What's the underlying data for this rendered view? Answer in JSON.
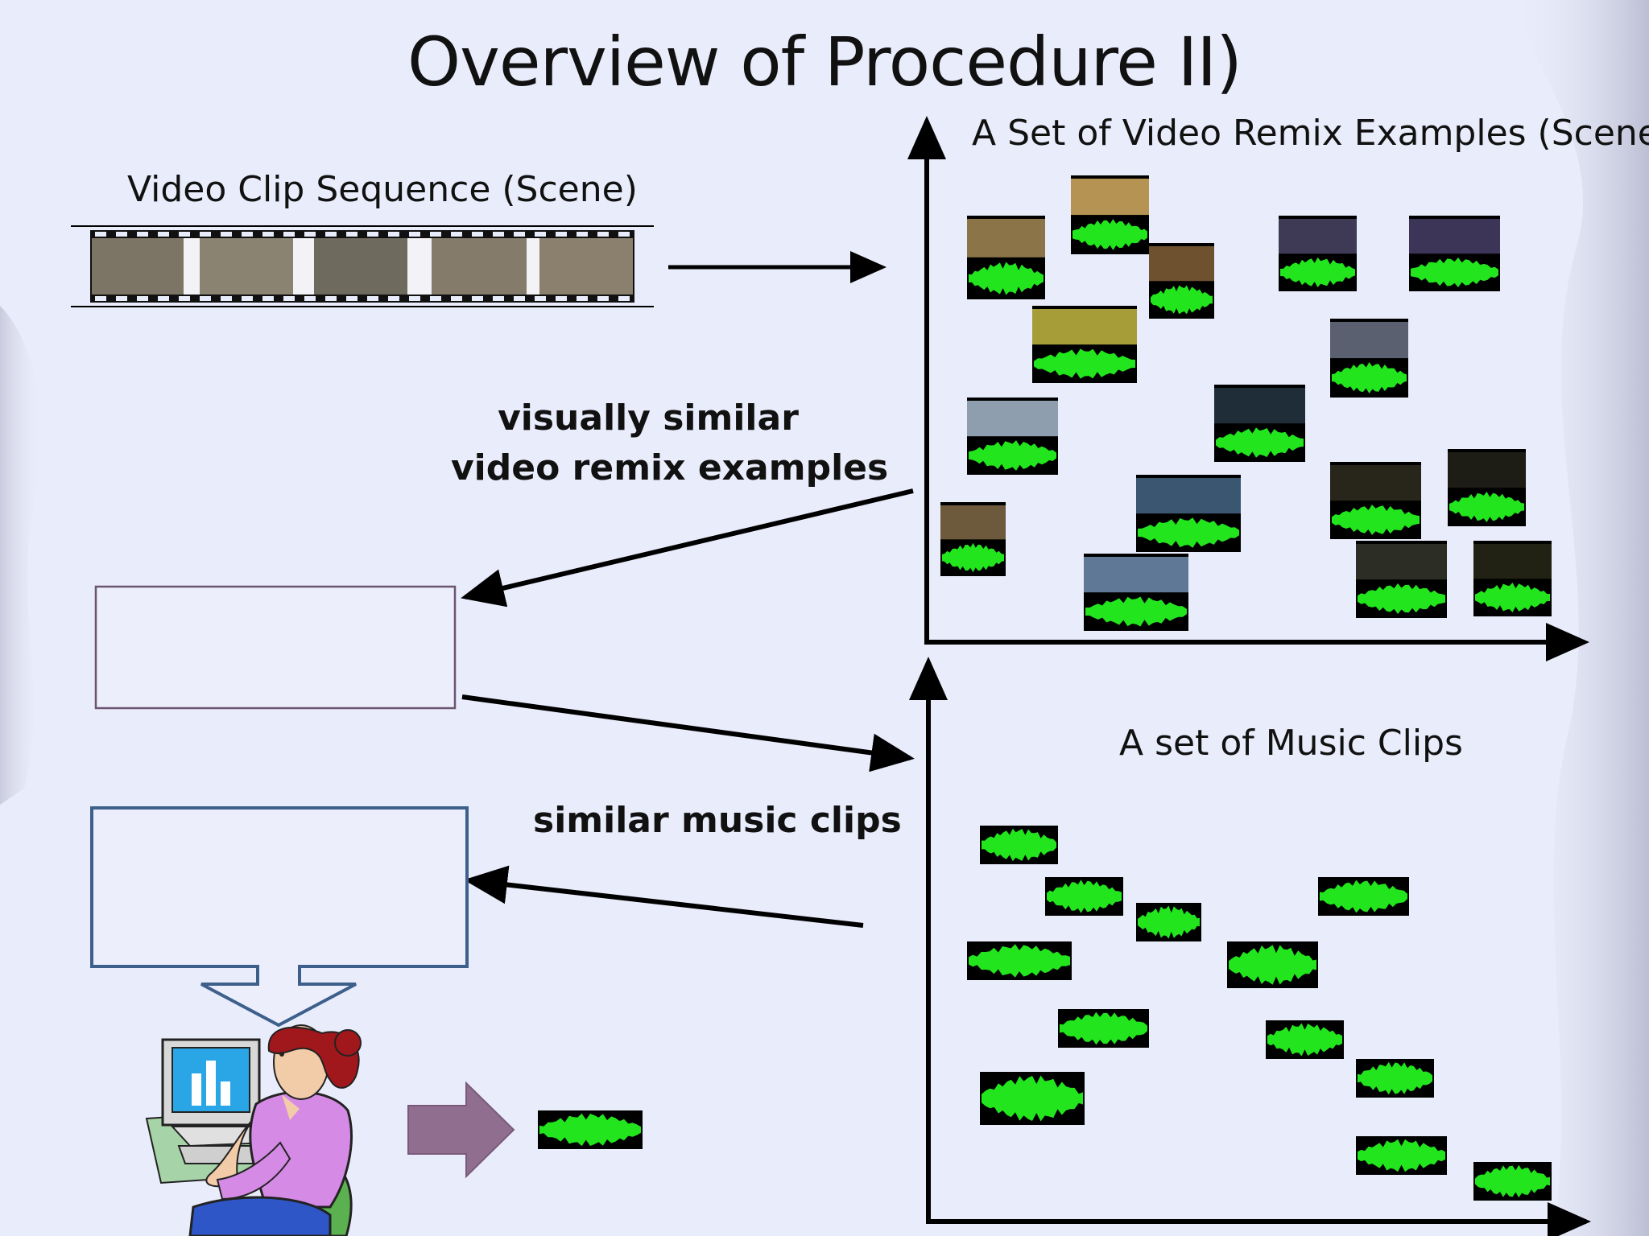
{
  "slide": {
    "title": "Overview of Procedure II)",
    "video_clip_label": "Video Clip Sequence (Scene)",
    "remix_set_label": "A Set of Video Remix Examples (Scenes)",
    "music_set_label": "A set of Music Clips",
    "visually_similar_line1": "visually similar",
    "visually_similar_line2": "video remix examples",
    "similar_music_label": "similar music clips"
  },
  "colors": {
    "background": "#e9ecfa",
    "wave_green": "#22e51e",
    "box_purple_border": "#6b5470",
    "box_blue_border": "#3d5f8c",
    "big_arrow": "#8f6e8f"
  },
  "icons": [
    "film-strip-icon",
    "user-at-computer-icon",
    "down-callout-arrow-icon",
    "right-block-arrow-icon"
  ]
}
